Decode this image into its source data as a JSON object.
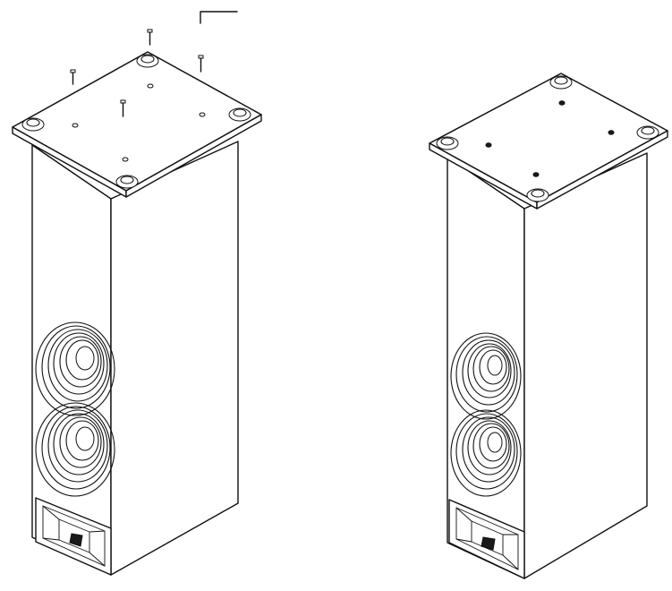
{
  "figure": {
    "views": [
      {
        "id": "left",
        "state": "top plate with screws and hex key shown above"
      },
      {
        "id": "right",
        "state": "top plate assembled"
      }
    ],
    "line_color": "#111111",
    "background": "#ffffff"
  }
}
